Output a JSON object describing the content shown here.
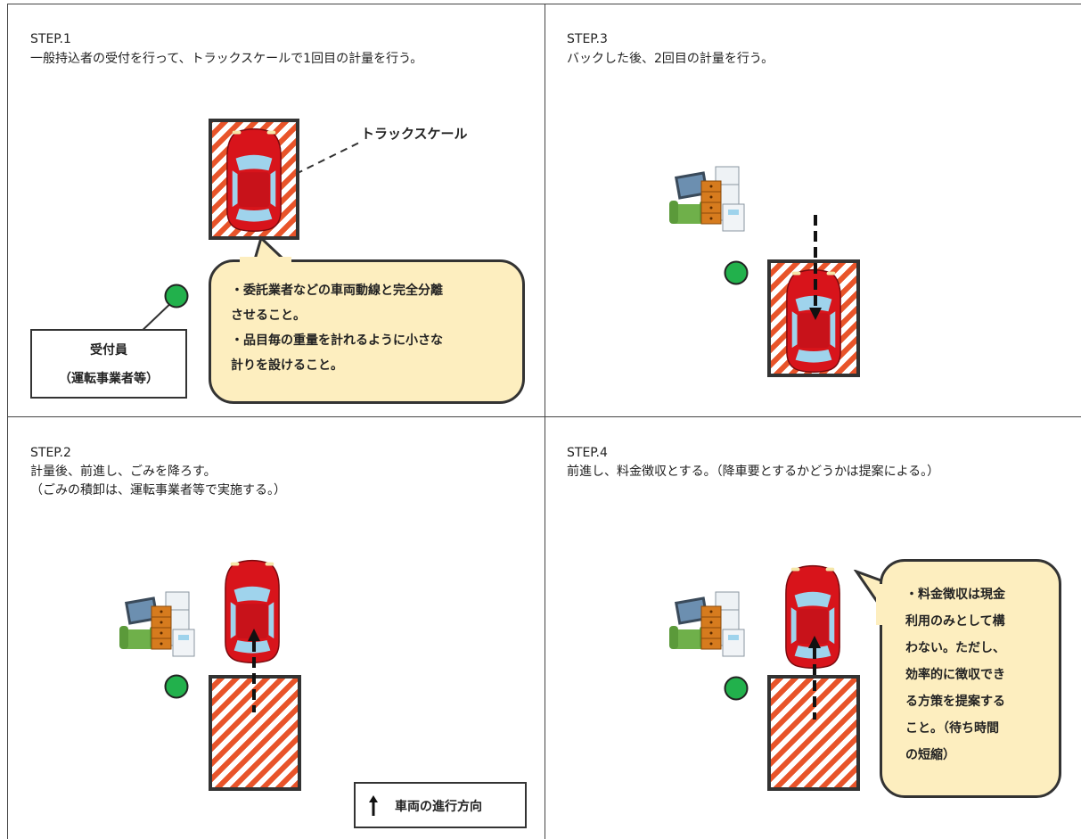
{
  "step1": {
    "heading": "STEP.1",
    "description": "一般持込者の受付を行って、トラックスケールで1回目の計量を行う。",
    "scale_label": "トラックスケール",
    "reception_line1": "受付員",
    "reception_line2": "（運転事業者等）",
    "callout_lines": [
      "・委託業者などの車両動線と完全分離",
      "させること。",
      "・品目毎の重量を計れるように小さな",
      "計りを設けること。"
    ]
  },
  "step2": {
    "heading": "STEP.2",
    "description_line1": "計量後、前進し、ごみを降ろす。",
    "description_line2": "（ごみの積卸は、運転事業者等で実施する。）",
    "legend_label": "車両の進行方向"
  },
  "step3": {
    "heading": "STEP.3",
    "description": "バックした後、2回目の計量を行う。"
  },
  "step4": {
    "heading": "STEP.4",
    "description": "前進し、料金徴収とする。（降車要とするかどうかは提案による。）",
    "callout_lines": [
      "・料金徴収は現金",
      "利用のみとして構",
      "わない。ただし、",
      "効率的に徴収でき",
      "る方策を提案する",
      "こと。（待ち時間",
      "の短縮）"
    ]
  },
  "colors": {
    "car": "#d8141b",
    "scale_stripe": "#e8542a",
    "bubble_fill": "#fdeebf",
    "person_dot": "#22b14c"
  },
  "icons": [
    "car-icon",
    "truck-scale",
    "goods-pile-icon",
    "person-dot-icon",
    "arrow-up-icon"
  ]
}
